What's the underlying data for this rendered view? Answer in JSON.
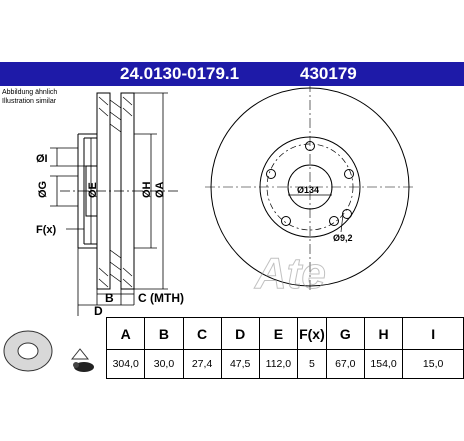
{
  "header": {
    "part_number": "24.0130-0179.1",
    "alt_number": "430179"
  },
  "note": {
    "line1": "Abbildung ähnlich",
    "line2": "Illustration similar"
  },
  "drawing": {
    "dim_I": "ØI",
    "dim_G": "ØG",
    "dim_E": "ØE",
    "dim_H": "ØH",
    "dim_A": "ØA",
    "dim_F": "F(x)",
    "dim_B": "B",
    "dim_C": "C (MTH)",
    "dim_D": "D",
    "pcd": "Ø134",
    "hole": "Ø9,2",
    "logo": "Ate"
  },
  "table": {
    "headers": [
      "A",
      "B",
      "C",
      "D",
      "E",
      "F(x)",
      "G",
      "H",
      "I"
    ],
    "values": [
      "304,0",
      "30,0",
      "27,4",
      "47,5",
      "112,0",
      "5",
      "67,0",
      "154,0",
      "15,0"
    ]
  },
  "colors": {
    "header_bg": "#1e1aa8",
    "header_text": "#ffffff"
  }
}
